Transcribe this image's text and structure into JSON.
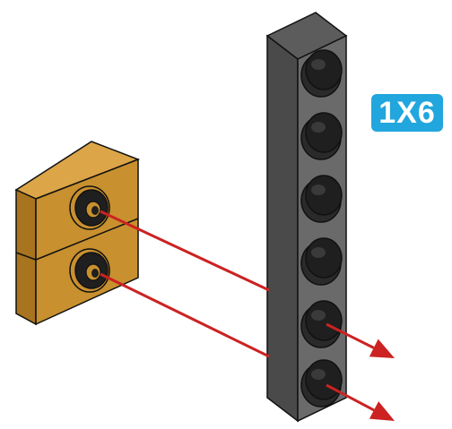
{
  "badge": {
    "label": "1X6",
    "color": "#21a6de"
  },
  "colors": {
    "tan_brick": "#c8902e",
    "tan_brick_top": "#dca548",
    "tan_brick_side": "#a8741f",
    "gray_plate": "#5c5c5c",
    "gray_plate_face": "#6a6a6a",
    "gray_plate_side": "#4a4a4a",
    "stud_dark": "#1f1f1f",
    "arrow": "#cc2222",
    "outline": "#111111"
  },
  "parts": {
    "tan_part_studs": 2,
    "gray_plate_studs": 6,
    "gray_plate_icon": "lego-plate-1x6-icon",
    "tan_part_icon": "lego-brick-1x2-icon",
    "arrow_icon": "assembly-arrow-icon"
  }
}
